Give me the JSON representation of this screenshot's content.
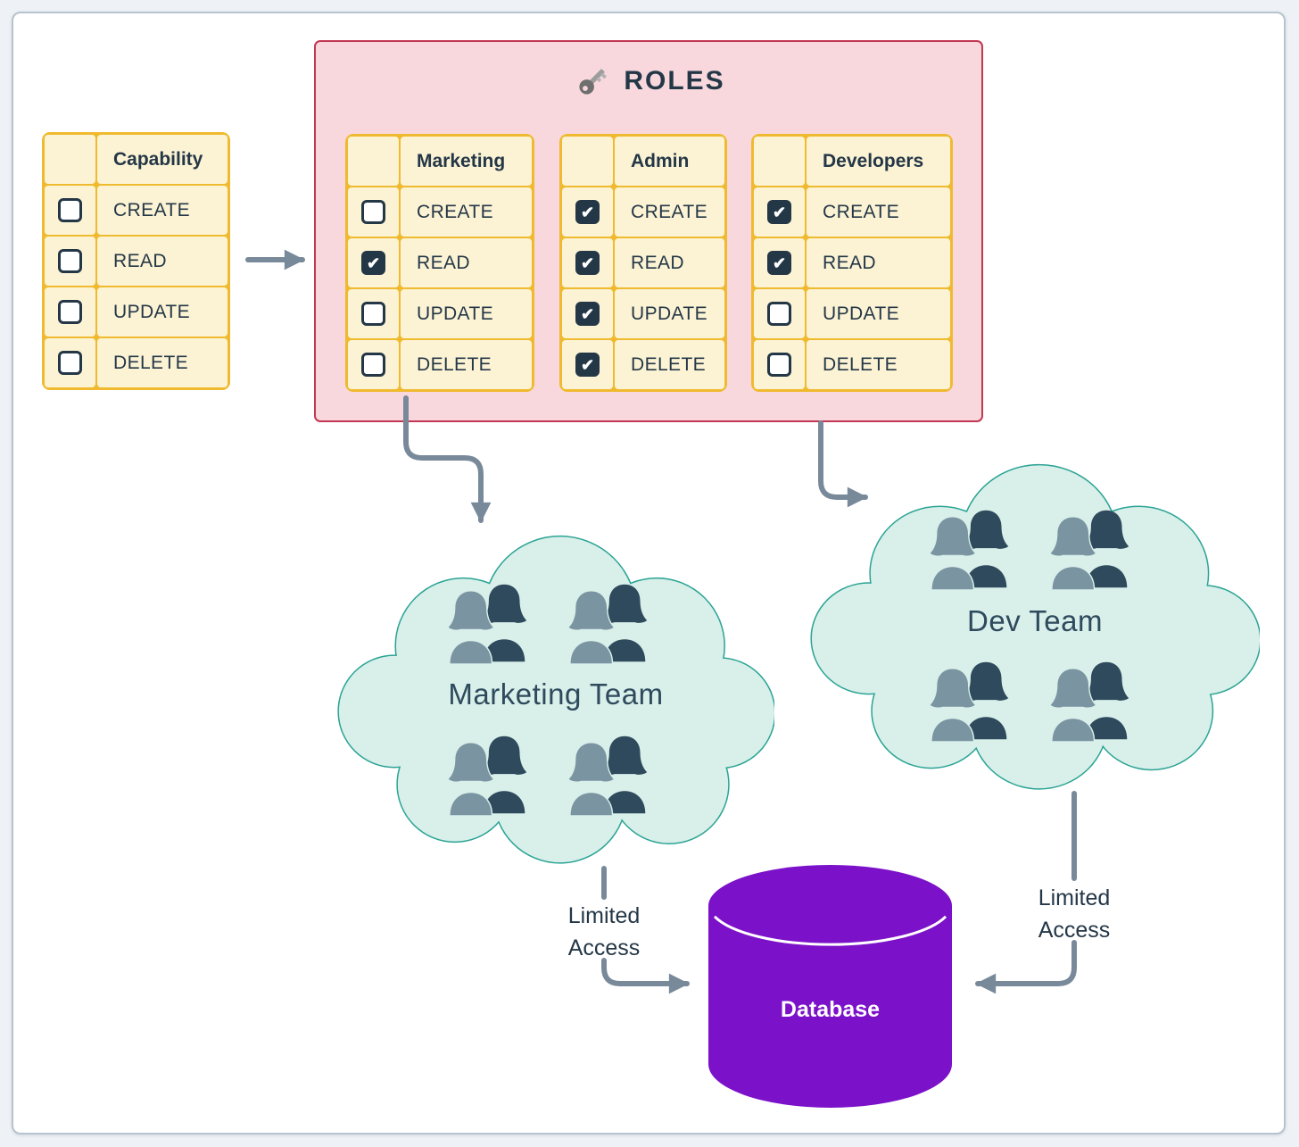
{
  "colors": {
    "canvas_bg": "#eef2f6",
    "table_border": "#efba2f",
    "cell_bg": "#fcf3d4",
    "text_dark": "#243747",
    "roles_bg": "#f8d8dd",
    "roles_border": "#c23852",
    "arrow": "#78899a",
    "cloud_fill": "#d8efea",
    "cloud_stroke": "#2ba494",
    "people_front": "#7a94a1",
    "people_back": "#2e4a5c",
    "database_fill": "#7b11c9"
  },
  "roles_panel": {
    "title": "ROLES",
    "icon": "key-icon"
  },
  "capability_table": {
    "header": "Capability",
    "rows": [
      {
        "label": "CREATE",
        "checked": false
      },
      {
        "label": "READ",
        "checked": false
      },
      {
        "label": "UPDATE",
        "checked": false
      },
      {
        "label": "DELETE",
        "checked": false
      }
    ]
  },
  "role_tables": [
    {
      "header": "Marketing",
      "rows": [
        {
          "label": "CREATE",
          "checked": false
        },
        {
          "label": "READ",
          "checked": true
        },
        {
          "label": "UPDATE",
          "checked": false
        },
        {
          "label": "DELETE",
          "checked": false
        }
      ]
    },
    {
      "header": "Admin",
      "rows": [
        {
          "label": "CREATE",
          "checked": true
        },
        {
          "label": "READ",
          "checked": true
        },
        {
          "label": "UPDATE",
          "checked": true
        },
        {
          "label": "DELETE",
          "checked": true
        }
      ]
    },
    {
      "header": "Developers",
      "rows": [
        {
          "label": "CREATE",
          "checked": true
        },
        {
          "label": "READ",
          "checked": true
        },
        {
          "label": "UPDATE",
          "checked": false
        },
        {
          "label": "DELETE",
          "checked": false
        }
      ]
    }
  ],
  "clouds": [
    {
      "label": "Marketing Team",
      "member_groups": 4
    },
    {
      "label": "Dev Team",
      "member_groups": 4
    }
  ],
  "access_labels": [
    {
      "lines": [
        "Limited",
        "Access"
      ]
    },
    {
      "lines": [
        "Limited",
        "Access"
      ]
    }
  ],
  "database": {
    "label": "Database"
  }
}
